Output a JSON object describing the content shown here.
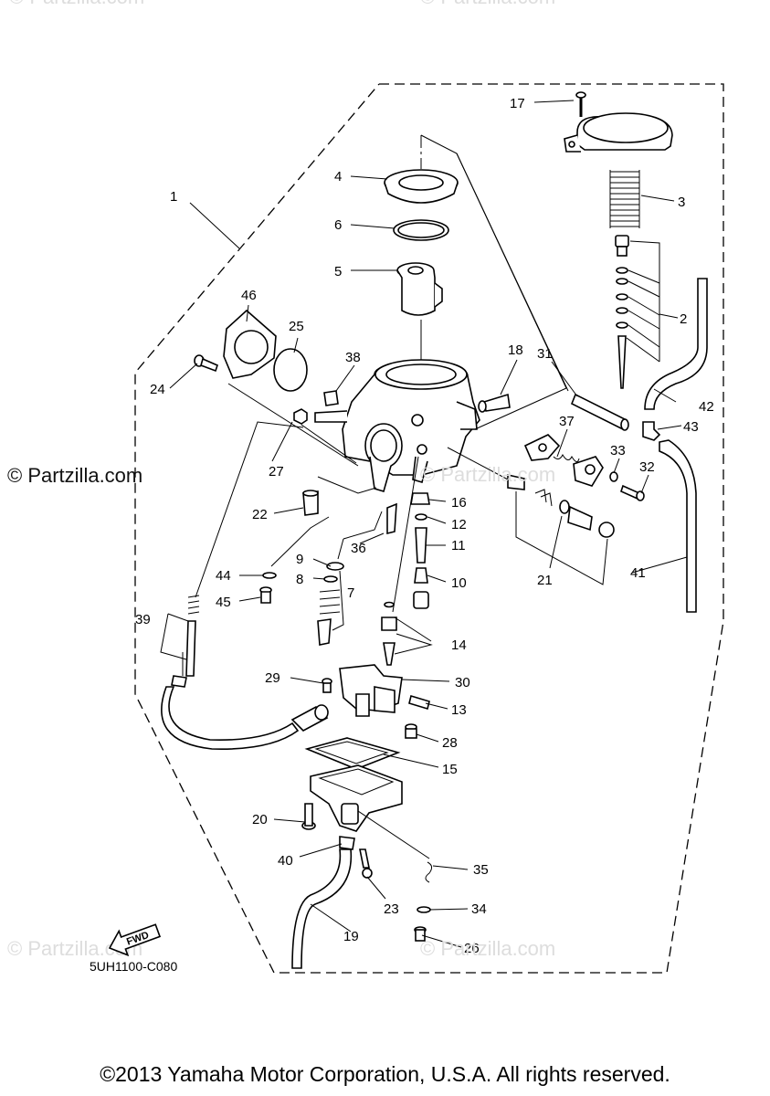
{
  "watermarks": {
    "brand": "© Partzilla.com",
    "brand_short": "© Partzilla.com"
  },
  "figure_code": "5UH1100-C080",
  "fwd_label": "FWD",
  "copyright": "©2013 Yamaha Motor Corporation, U.S.A. All rights reserved.",
  "callouts": [
    "1",
    "2",
    "3",
    "4",
    "5",
    "6",
    "7",
    "8",
    "9",
    "10",
    "11",
    "12",
    "13",
    "14",
    "15",
    "16",
    "17",
    "18",
    "19",
    "20",
    "21",
    "22",
    "23",
    "24",
    "25",
    "26",
    "27",
    "28",
    "29",
    "30",
    "31",
    "32",
    "33",
    "34",
    "35",
    "36",
    "37",
    "38",
    "39",
    "40",
    "41",
    "42",
    "43",
    "44",
    "45",
    "46"
  ]
}
